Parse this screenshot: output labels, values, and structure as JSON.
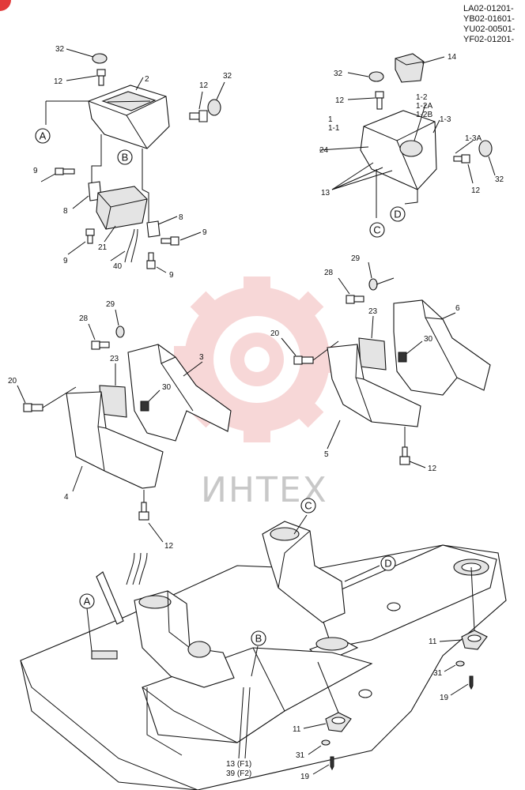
{
  "serial_codes": [
    "LA02-01201-",
    "YB02-01601-",
    "YU02-00501-",
    "YF02-01201-"
  ],
  "watermark": "ИНТЕХ",
  "callouts": {
    "A": "A",
    "B": "B",
    "C": "C",
    "D": "D"
  },
  "part_numbers": {
    "p32a": "32",
    "p12a": "12",
    "p2": "2",
    "p12b": "12",
    "p32b": "32",
    "p9a": "9",
    "p8a": "8",
    "p21": "21",
    "p40": "40",
    "p8b": "8",
    "p9b": "9",
    "p9c": "9",
    "p9d": "9",
    "p14": "14",
    "p32c": "32",
    "p12c": "12",
    "p1_2": "1-2",
    "p1_2a": "1-2A",
    "p1_2b": "1-2B",
    "p1": "1",
    "p1_1": "1-1",
    "p1_3": "1-3",
    "p1_3a": "1-3A",
    "p24": "24",
    "p13": "13",
    "p12d": "12",
    "p32d": "32",
    "p29a": "29",
    "p28a": "28",
    "p23a": "23",
    "p3": "3",
    "p20a": "20",
    "p30a": "30",
    "p4": "4",
    "p12e": "12",
    "p29b": "29",
    "p28b": "28",
    "p23b": "23",
    "p6": "6",
    "p20b": "20",
    "p30b": "30",
    "p5": "5",
    "p12f": "12",
    "p11a": "11",
    "p31a": "31",
    "p19a": "19",
    "p11b": "11",
    "p31b": "31",
    "p19b": "19",
    "p13f1": "13 (F1)",
    "p39f2": "39 (F2)"
  },
  "colors": {
    "line": "#111111",
    "watermark_gear": "#f2b8b8",
    "watermark_text": "#c8c8c8",
    "corner_mark": "#e23a3a"
  }
}
